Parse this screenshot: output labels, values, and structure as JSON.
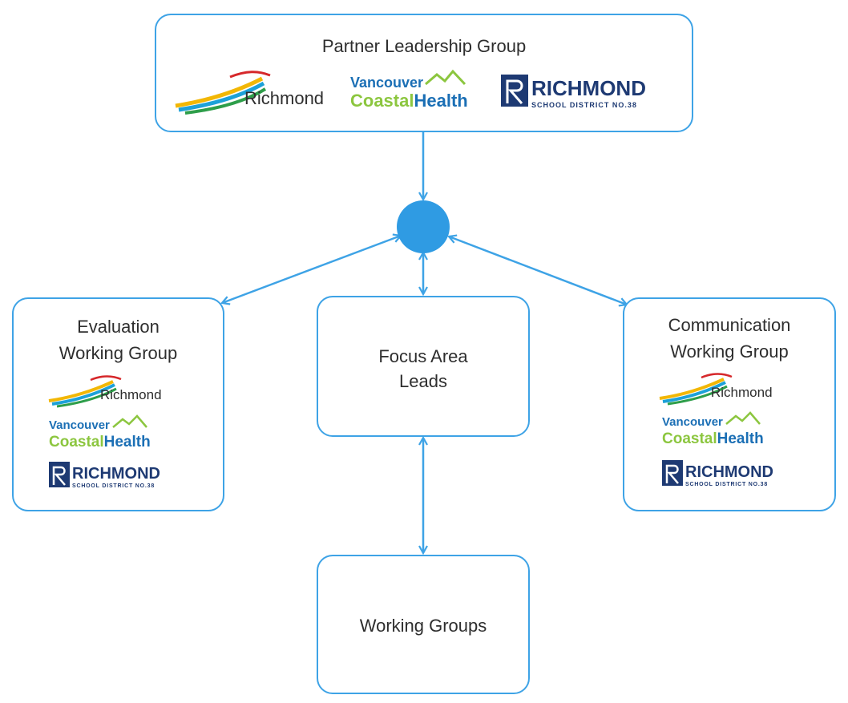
{
  "nodes": {
    "partner_leadership": {
      "title": "Partner Leadership Group"
    },
    "evaluation": {
      "title_line1": "Evaluation",
      "title_line2": "Working Group"
    },
    "focus_area": {
      "title_line1": "Focus Area",
      "title_line2": "Leads"
    },
    "communication": {
      "title_line1": "Communication",
      "title_line2": "Working Group"
    },
    "working_groups": {
      "title": "Working Groups"
    }
  },
  "logos": {
    "richmond": {
      "text": "Richmond"
    },
    "vch": {
      "line1": "Vancouver",
      "line2a": "Coastal",
      "line2b": "Health"
    },
    "rsd": {
      "line1": "RICHMOND",
      "line2": "SCHOOL DISTRICT NO.38"
    }
  },
  "colors": {
    "accent": "#3ea3e6",
    "hub": "#2f9be3",
    "vch_blue": "#1b6fb5",
    "vch_green": "#8cc63f",
    "rsd_navy": "#1e3a73"
  },
  "edges": [
    {
      "from": "partner_leadership",
      "to": "hub",
      "direction": "forward"
    },
    {
      "from": "hub",
      "to": "evaluation",
      "direction": "both"
    },
    {
      "from": "hub",
      "to": "focus_area",
      "direction": "both"
    },
    {
      "from": "hub",
      "to": "communication",
      "direction": "both"
    },
    {
      "from": "focus_area",
      "to": "working_groups",
      "direction": "both"
    }
  ]
}
